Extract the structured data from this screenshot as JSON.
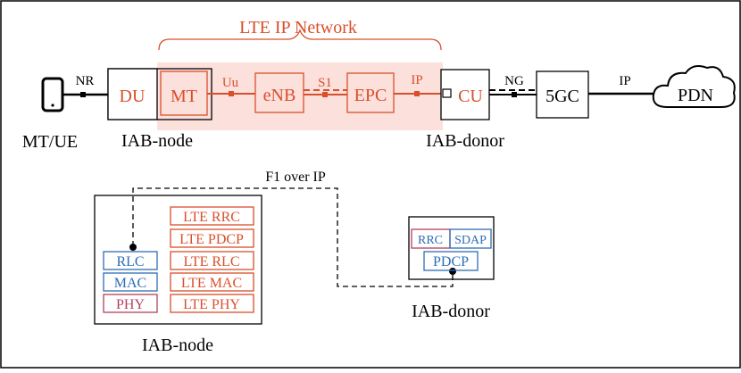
{
  "colors": {
    "red": "#d94f2b",
    "red_fill": "#fbe0dc",
    "blue": "#2e6db5",
    "magenta": "#b0425c",
    "black": "#000000"
  },
  "top": {
    "brace_label": "LTE IP Network",
    "nr_label": "NR",
    "uu_label": "Uu",
    "s1_label": "S1",
    "ip_label_1": "IP",
    "ng_label": "NG",
    "ip_label_2": "IP",
    "du": "DU",
    "mt": "MT",
    "enb": "eNB",
    "epc": "EPC",
    "cu": "CU",
    "fivegc": "5GC",
    "pdn": "PDN",
    "ue_caption": "MT/UE",
    "iab_node_caption": "IAB-node",
    "iab_donor_caption": "IAB-donor"
  },
  "bottom": {
    "f1_label": "F1 over IP",
    "node_left_stack": [
      "RLC",
      "MAC",
      "PHY"
    ],
    "node_right_stack": [
      "LTE RRC",
      "LTE PDCP",
      "LTE RLC",
      "LTE MAC",
      "LTE PHY"
    ],
    "donor_rrc": "RRC",
    "donor_sdap": "SDAP",
    "donor_pdcp": "PDCP",
    "iab_node_caption": "IAB-node",
    "iab_donor_caption": "IAB-donor"
  }
}
